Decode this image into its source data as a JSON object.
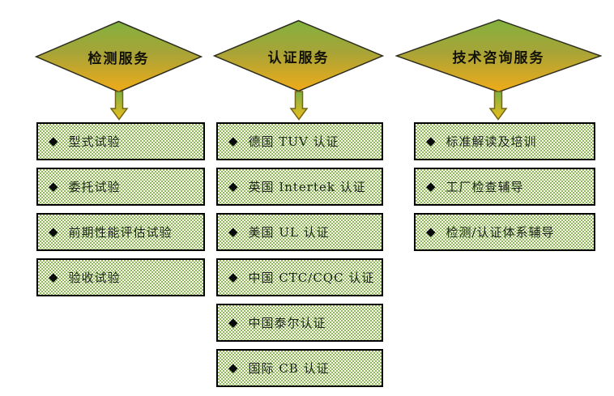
{
  "diagram": {
    "bullet": "◆",
    "columns": [
      {
        "title": "检测服务",
        "items": [
          "型式试验",
          "委托试验",
          "前期性能评估试验",
          "验收试验"
        ]
      },
      {
        "title": "认证服务",
        "items": [
          "德国 TUV 认证",
          "英国 Intertek 认证",
          "美国 UL 认证",
          "中国 CTC/CQC 认证",
          "中国泰尔认证",
          "国际 CB 认证"
        ]
      },
      {
        "title": "技术咨询服务",
        "items": [
          "标准解读及培训",
          "工厂检查辅导",
          "检测/认证体系辅导"
        ]
      }
    ],
    "colors": {
      "diamond_gradient_top": "#82b13e",
      "diamond_gradient_bottom": "#f0ab19",
      "diamond_border": "#2e2e20",
      "arrow_gradient_top": "#7cb047",
      "arrow_gradient_bottom": "#edbd1a",
      "arrow_border": "#756414",
      "box_pattern_green": "#8cbf4d",
      "box_border": "#000000",
      "text": "#20231c"
    }
  }
}
